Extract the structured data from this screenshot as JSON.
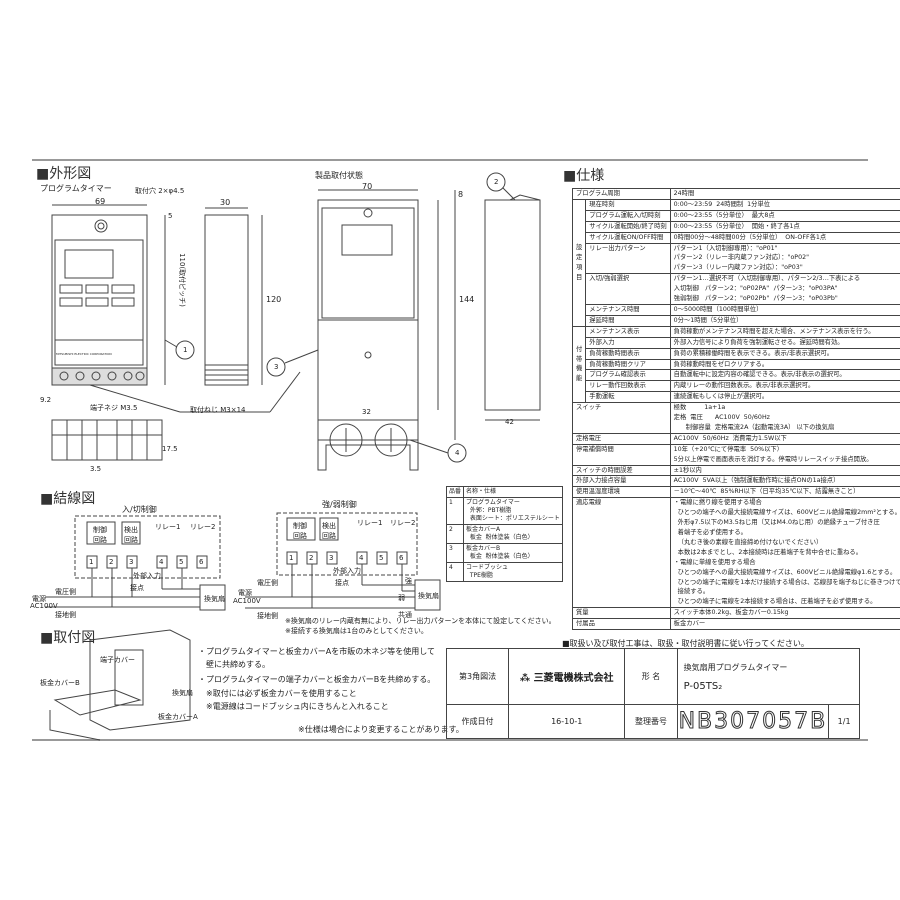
{
  "sections": {
    "outline": "■外形図",
    "spec": "■仕様",
    "wiring": "■結線図",
    "mounting": "■取付図"
  },
  "outline": {
    "front_title": "プログラムタイマー",
    "installed_title": "製品取付状態",
    "dims": {
      "w69": "69",
      "w30": "30",
      "w70": "70",
      "d8": "8",
      "h120": "120",
      "h144": "144",
      "pitch": "110(取付ピッチ)",
      "d5": "5",
      "d92": "9.2",
      "d35": "3.5",
      "d175": "17.5",
      "w32": "32",
      "w42": "42"
    },
    "hole": "取付穴 2×φ4.5",
    "terminal_screw": "端子ネジ M3.5",
    "mount_screw": "取付ねじ M3×14",
    "callouts": [
      "1",
      "2",
      "3",
      "4"
    ],
    "device_label": "MITSUBISHI ELECTRIC CORPORATION"
  },
  "wiring": {
    "onoff_title": "入/切制御",
    "strong_weak_title": "強/弱制御",
    "control_circuit": "制御\n回路",
    "detect_circuit": "検出\n回路",
    "relay1": "リレー1",
    "relay2": "リレー2",
    "terminals": [
      "1",
      "2",
      "3",
      "4",
      "5",
      "6"
    ],
    "ext_input": "外部入力",
    "contact": "接点",
    "voltage_side": "電圧側",
    "ground_side": "接地側",
    "power": "電源",
    "ac": "AC100V",
    "fan": "換気扇",
    "strong": "強",
    "weak": "弱",
    "common": "共通",
    "notes": [
      "※換気扇のリレー内蔵有無により、リレー出力パターンを本体にて設定してください。",
      "※接続する換気扇は1台のみとしてください。"
    ]
  },
  "parts": {
    "headers": [
      "品番",
      "名称・仕様"
    ],
    "rows": [
      [
        "1",
        "プログラムタイマー\n  外郭：PBT樹脂\n  表面シート：ポリエステルシート"
      ],
      [
        "2",
        "板金カバーA\n  板金  粉体塗装（白色）"
      ],
      [
        "3",
        "板金カバーB\n  板金  粉体塗装（白色）"
      ],
      [
        "4",
        "コードブッシュ\n  TPE樹脂"
      ]
    ]
  },
  "mounting": {
    "labels": {
      "terminal_cover": "端子カバー",
      "cover_b": "板金カバーB",
      "cover_a": "板金カバーA",
      "fan": "換気扇"
    },
    "notes": [
      "・プログラムタイマーと板金カバーAを市販の木ネジ等を使用して",
      "　壁に共締めする。",
      "・プログラムタイマーの端子カバーと板金カバーBを共締めする。",
      "　※取付には必ず板金カバーを使用すること",
      "　※電源線はコードブッシュ内にきちんと入れること"
    ],
    "change_note": "※仕様は場合により変更することがあります。"
  },
  "spec": {
    "groups": {
      "setting": "設定項目",
      "aux": "付帯機能"
    },
    "rows": [
      {
        "label": "プログラム周期",
        "value": "24時間",
        "full": true
      },
      {
        "group": "setting",
        "label": "現在時刻",
        "value": "0:00～23:59  24時間制  1分単位"
      },
      {
        "group": "setting",
        "label": "プログラム運転入/切時刻",
        "value": "0:00～23:55（5分単位）  最大8点"
      },
      {
        "group": "setting",
        "label": "サイクル運転開始/終了時刻",
        "value": "0:00～23:55（5分単位）  開始・終了各1点"
      },
      {
        "group": "setting",
        "label": "サイクル運転ON/OFF時間",
        "value": "0時間00分～48時間00分（5分単位）  ON-OFF各1点"
      },
      {
        "group": "setting",
        "label": "リレー出力パターン",
        "value": "パターン1（入切制御専用）：\"oP01\"\nパターン2（リレー非内蔵ファン対応）：\"oP02\"\nパターン3（リレー内蔵ファン対応）：\"oP03\""
      },
      {
        "group": "setting",
        "label": "入切/強弱選択",
        "value": "パターン1…選択不可（入切制御専用）、パターン2/3…下表による\n入切制御   パターン2：\"oP02PA\"  パターン3：\"oP03PA\"\n強弱制御   パターン2：\"oP02Pb\"  パターン3：\"oP03Pb\""
      },
      {
        "group": "setting",
        "label": "メンテナンス時間",
        "value": "0～5000時間（100時間単位）"
      },
      {
        "group": "setting",
        "label": "遅延時間",
        "value": "0分～1時間（5分単位）"
      },
      {
        "group": "aux",
        "label": "メンテナンス表示",
        "value": "負荷稼動がメンテナンス時間を超えた場合、メンテナンス表示を行う。"
      },
      {
        "group": "aux",
        "label": "外部入力",
        "value": "外部入力信号により負荷を強制運転させる。遅延時間有効。"
      },
      {
        "group": "aux",
        "label": "負荷稼動時間表示",
        "value": "負荷の累積稼働時間を表示できる。表示/非表示選択可。"
      },
      {
        "group": "aux",
        "label": "負荷稼動時間クリア",
        "value": "負荷稼動時間をゼロクリアする。"
      },
      {
        "group": "aux",
        "label": "プログラム確認表示",
        "value": "自動運転中に設定内容の確認できる。表示/非表示の選択可。"
      },
      {
        "group": "aux",
        "label": "リレー動作回数表示",
        "value": "内蔵リレーの動作回数表示。表示/非表示選択可。"
      },
      {
        "group": "aux",
        "label": "手動運転",
        "value": "連続運転もしくは停止が選択可。"
      },
      {
        "label": "スイッチ",
        "value": "極数         1a+1a\n定格  電圧      AC100V  50/60Hz\n      制御容量  定格電流2A（起動電流3A） 以下の換気扇",
        "full": true
      },
      {
        "label": "定格電圧",
        "value": "AC100V  50/60Hz  消費電力1.5W以下",
        "full": true
      },
      {
        "label": "停電補償時間",
        "value": "10年（+20℃にて停電率  50%以下）\n5分以上停電で画面表示を消灯する。停電時リレースイッチ接点開放。",
        "full": true
      },
      {
        "label": "スイッチの時間誤差",
        "value": "±1秒以内",
        "full": true
      },
      {
        "label": "外部入力接点容量",
        "value": "AC100V  5VA以上（強制運転動作時に接点ONの1a接点）",
        "full": true
      },
      {
        "label": "使用温湿度環境",
        "value": "－10℃～40℃  85%RH以下（日平均35℃以下、結露無きこと）",
        "full": true
      },
      {
        "label": "適応電線",
        "value": "・電線に撚り線を使用する場合\n  ひとつの端子への最大接続電線サイズは、600Vビニル絶縁電線2mm²とする。\n  外形φ7.5以下のM3.5ねじ用（又はM4.0ねじ用）の絶縁チューブ付き圧\n  着端子を必ず使用する。\n  （丸むき後の素線を直接締め付けないでください）\n  本数は2本までとし、2本接続時は圧着端子を背中合せに重ねる。\n・電線に単線を使用する場合\n  ひとつの端子への最大接続電線サイズは、600Vビニル絶縁電線φ1.6とする。\n  ひとつの端子に電線を1本だけ接続する場合は、芯線部を端子ねじに巻きつけて\n  接続する。\n  ひとつの端子に電線を2本接続する場合は、圧着端子を必ず使用する。",
        "full": true
      },
      {
        "label": "質量",
        "value": "スイッチ本体0.2kg、板金カバー0.15kg",
        "full": true
      },
      {
        "label": "付属品",
        "value": "板金カバー",
        "full": true
      }
    ]
  },
  "notice": "■取扱い及び取付工事は、取扱・取付説明書に従い行ってください。",
  "titleblock": {
    "projection": "第3角図法",
    "company": "三菱電機株式会社",
    "model_label": "形  名",
    "product": "換気扇用プログラムタイマー",
    "model": "P-05TS₂",
    "date_label": "作成日付",
    "date": "16-10-1",
    "number_label": "整理番号",
    "number": "NB307057B",
    "sheet": "1/1"
  }
}
